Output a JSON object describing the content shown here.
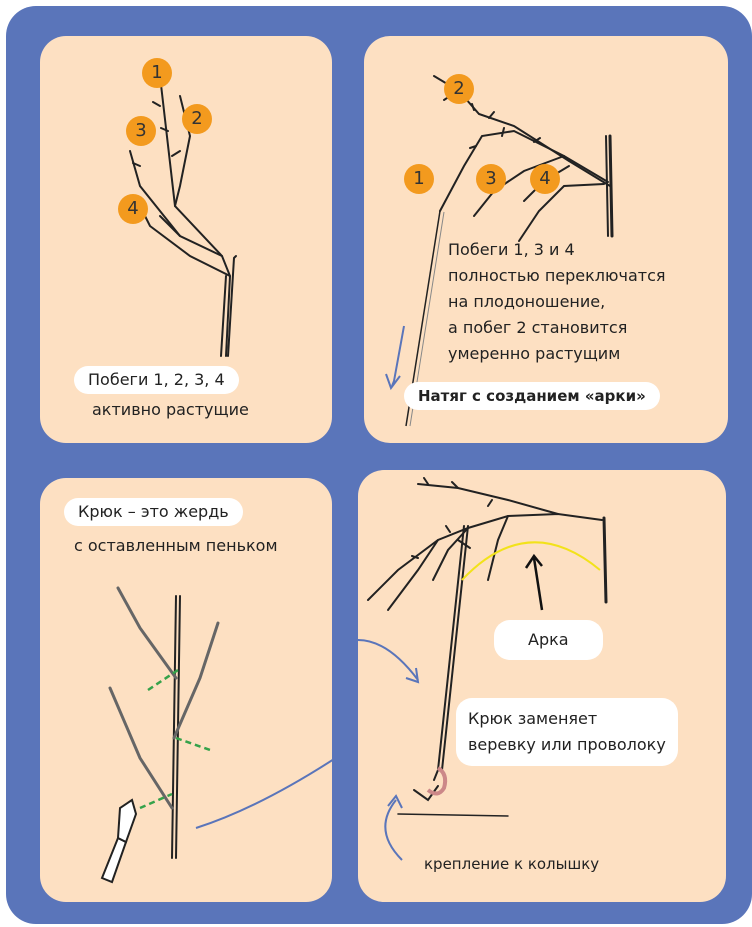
{
  "panel1": {
    "badges": [
      "1",
      "2",
      "3",
      "4"
    ],
    "caption_line1": "Побеги 1, 2, 3, 4",
    "caption_line2": "активно растущие"
  },
  "panel2": {
    "badges": [
      "2",
      "1",
      "3",
      "4"
    ],
    "description": [
      "Побеги 1, 3 и 4",
      "полностью переключатся",
      "на плодоношение,",
      "а побег 2 становится",
      "умеренно растущим"
    ],
    "method_label": "Натяг с созданием «арки»"
  },
  "panel3": {
    "caption_line1": "Крюк – это жердь",
    "caption_line2": "с оставленным пеньком"
  },
  "panel4": {
    "arch_label": "Арка",
    "hook_line1": "Крюк заменяет",
    "hook_line2": "веревку или проволоку",
    "stake_label": "крепление к колышку"
  },
  "colors": {
    "frame": "#5a75ba",
    "panel": "#fde0c2",
    "badge": "#f39a1e",
    "arrow": "#5a75ba",
    "arch": "#f2e21a",
    "cut_marks": "#35a24a"
  }
}
